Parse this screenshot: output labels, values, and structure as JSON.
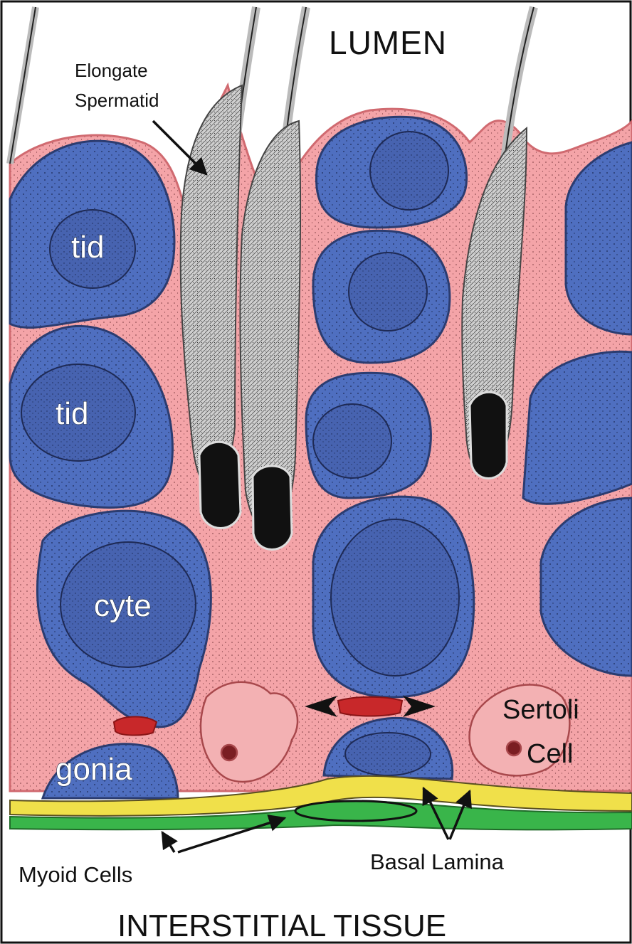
{
  "labels": {
    "lumen": "LUMEN",
    "elongate_spermatid_line1": "Elongate",
    "elongate_spermatid_line2": "Spermatid",
    "tid_upper": "tid",
    "tid_lower": "tid",
    "cyte": "cyte",
    "gonia": "gonia",
    "sertoli_line1": "Sertoli",
    "sertoli_line2": "Cell",
    "myoid_cells": "Myoid Cells",
    "basal_lamina": "Basal Lamina",
    "interstitial_tissue": "INTERSTITIAL TISSUE"
  },
  "colors": {
    "sertoli_cytoplasm": "#f4a4a8",
    "germ_cell": "#4f6fc0",
    "nucleus": "#3f5ca8",
    "spermatid_body": "#c9c9c9",
    "spermatid_head": "#111111",
    "junction": "#c8282a",
    "basal_lamina": "#f0e04a",
    "myoid_layer": "#39b54a",
    "background": "#ffffff"
  }
}
